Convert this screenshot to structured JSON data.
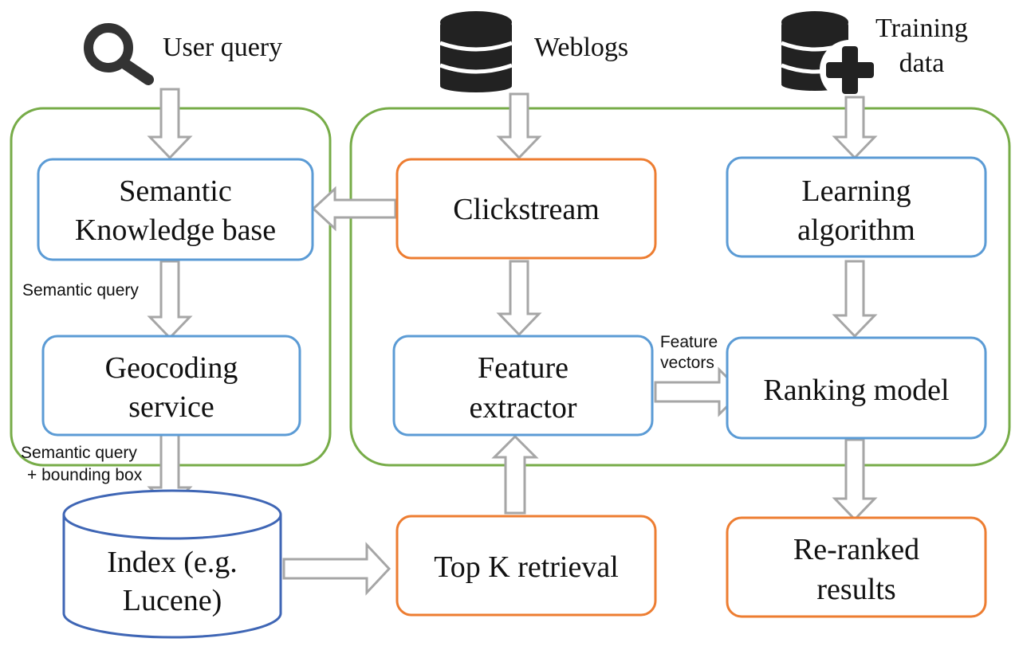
{
  "inputs": {
    "user_query": "User query",
    "weblogs": "Weblogs",
    "training_data": [
      "Training",
      "data"
    ]
  },
  "nodes": {
    "semantic_kb": [
      "Semantic",
      "Knowledge base"
    ],
    "geocoding": [
      "Geocoding",
      "service"
    ],
    "clickstream": "Clickstream",
    "feature_extractor": [
      "Feature",
      "extractor"
    ],
    "learning_algorithm": [
      "Learning",
      "algorithm"
    ],
    "ranking_model": "Ranking model",
    "index": [
      "Index (e.g.",
      "Lucene)"
    ],
    "top_k": "Top K retrieval",
    "reranked": [
      "Re-ranked",
      "results"
    ]
  },
  "edge_labels": {
    "semantic_query": "Semantic query",
    "semantic_query_bbox": [
      "Semantic query",
      "+ bounding box"
    ],
    "feature_vectors": [
      "Feature",
      "vectors"
    ]
  },
  "colors": {
    "group_border": "#77ac48",
    "blue_box": "#5b9bd5",
    "orange_box": "#ed7d31",
    "database_border": "#3f66b5",
    "arrow_stroke": "#a6a6a6",
    "icon": "#333333"
  }
}
